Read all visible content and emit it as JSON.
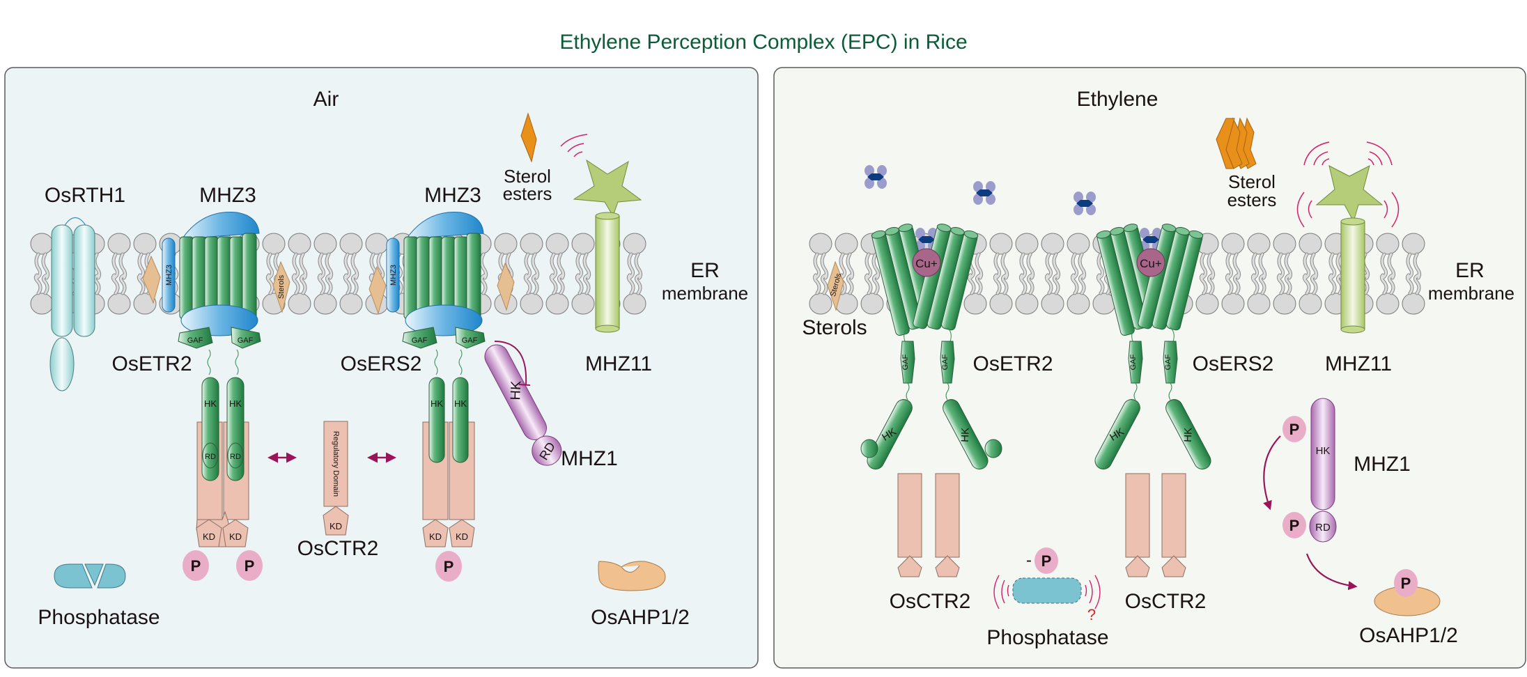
{
  "title": "Ethylene Perception Complex (EPC) in Rice",
  "colors": {
    "title": "#0a5c36",
    "left_panel_bg": "#ecf4f6",
    "right_panel_bg": "#f4f7f2",
    "receptor_green": "#2e8b4f",
    "mhz3_blue": "#2a8fd0",
    "ctr_salmon": "#ecc1b1",
    "phospho_pink": "#e9adc8",
    "mhz1_purple": "#b77bbd",
    "mhz11_lime": "#a8c668",
    "sterol_orange": "#e8901a",
    "sterol_tan": "#e5bf92",
    "rth1_teal": "#8fcfcf",
    "phosphatase_blue": "#7cc3d1",
    "ahp_peach": "#f0c08e",
    "signal_magenta": "#d4206a",
    "arrow_maroon": "#9b1458",
    "copper": "#a8668a",
    "ethylene_dark": "#0d3b80",
    "ethylene_light": "#9c9ccc"
  },
  "left_panel": {
    "heading": "Air",
    "labels": {
      "osrth1": "OsRTH1",
      "mhz3_a": "MHZ3",
      "mhz3_b": "MHZ3",
      "sterol_esters_1": "Sterol",
      "sterol_esters_2": "esters",
      "er_1": "ER",
      "er_2": "membrane",
      "oseetr2": "OsETR2",
      "osers2": "OsERS2",
      "mhz11": "MHZ11",
      "mhz1": "MHZ1",
      "osctr2": "OsCTR2",
      "phosphatase": "Phosphatase",
      "osahp": "OsAHP1/2"
    },
    "domains": {
      "gaf": "GAF",
      "hk": "HK",
      "rd": "RD",
      "kd": "KD",
      "p": "P",
      "regulatory": "Regulatory Domain",
      "mhz3_inset": "MHZ3",
      "sterols_inset": "Sterols"
    }
  },
  "right_panel": {
    "heading": "Ethylene",
    "labels": {
      "sterols": "Sterols",
      "sterol_esters_1": "Sterol",
      "sterol_esters_2": "esters",
      "er_1": "ER",
      "er_2": "membrane",
      "osetr2": "OsETR2",
      "osers2": "OsERS2",
      "mhz11": "MHZ11",
      "mhz1": "MHZ1",
      "osctr2_a": "OsCTR2",
      "osctr2_b": "OsCTR2",
      "phosphatase": "Phosphatase",
      "osahp": "OsAHP1/2"
    },
    "domains": {
      "cu": "Cu+",
      "gaf": "GAF",
      "hk": "HK",
      "rd": "RD",
      "p": "P",
      "minus": "-",
      "question": "?",
      "sterols_inset": "Sterols"
    }
  }
}
